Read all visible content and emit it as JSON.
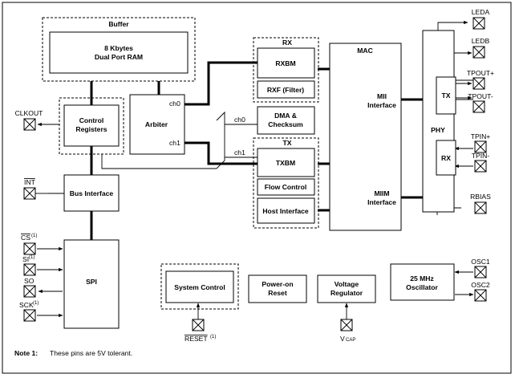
{
  "blocks": {
    "buffer_group": "Buffer",
    "ram": [
      "8 Kbytes",
      "Dual Port RAM"
    ],
    "rx_group": "RX",
    "rxbm": "RXBM",
    "rxf": "RXF (Filter)",
    "mac": "MAC",
    "mii": [
      "MII",
      "Interface"
    ],
    "miim": [
      "MIIM",
      "Interface"
    ],
    "phy": "PHY",
    "phy_tx": "TX",
    "phy_rx": "RX",
    "control_registers": [
      "Control",
      "Registers"
    ],
    "arbiter": "Arbiter",
    "arbiter_ch0": "ch0",
    "arbiter_ch1": "ch1",
    "dma": [
      "DMA &",
      "Checksum"
    ],
    "bus_ch0": "ch0",
    "bus_ch1": "ch1",
    "tx_group": "TX",
    "txbm": "TXBM",
    "flow_control": "Flow Control",
    "host_interface": "Host Interface",
    "bus_interface": "Bus Interface",
    "spi": "SPI",
    "system_control": "System Control",
    "power_on_reset": [
      "Power-on",
      "Reset"
    ],
    "voltage_regulator": [
      "Voltage",
      "Regulator"
    ],
    "oscillator": [
      "25 MHz",
      "Oscillator"
    ]
  },
  "pins": {
    "leda": "LEDA",
    "ledb": "LEDB",
    "tpout_plus": "TPOUT+",
    "tpout_minus": "TPOUT-",
    "tpin_plus": "TPIN+",
    "tpin_minus": "TPIN-",
    "rbias": "RBIAS",
    "osc1": "OSC1",
    "osc2": "OSC2",
    "clkout": "CLKOUT",
    "int": "INT",
    "cs": "CS",
    "si": "SI",
    "so": "SO",
    "sck": "SCK",
    "reset": "RESET",
    "vcap_main": "V",
    "vcap_sub": "CAP",
    "footnote_mark": "(1)"
  },
  "note": {
    "label": "Note 1:",
    "text": "These pins are 5V tolerant."
  }
}
